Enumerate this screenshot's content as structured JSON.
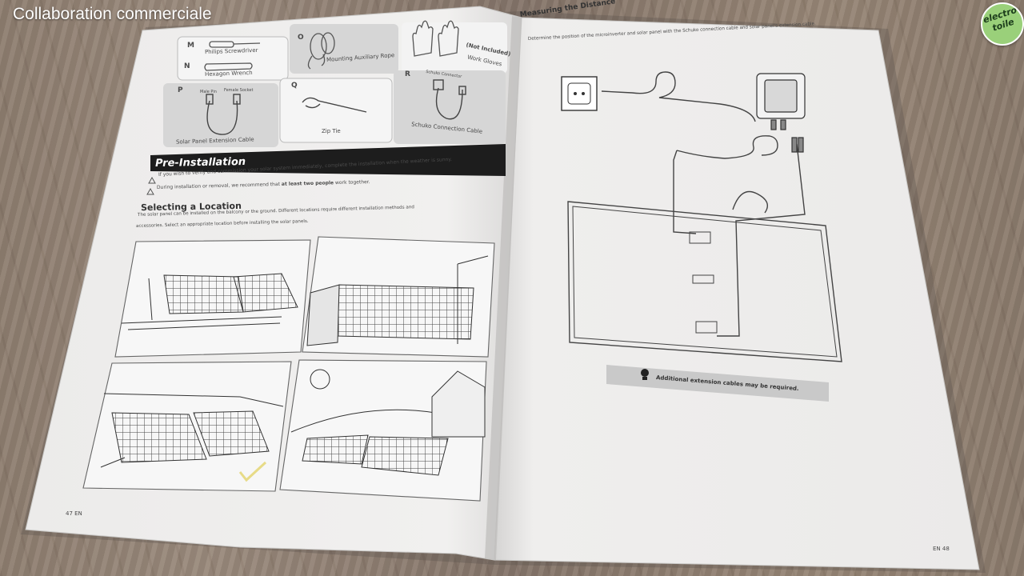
{
  "overlay": {
    "caption": "Collaboration commerciale",
    "logo_text_line1": "electro",
    "logo_text_line2": "toile"
  },
  "left_page": {
    "tools": [
      {
        "letter": "M",
        "label": "Philips Screwdriver"
      },
      {
        "letter": "N",
        "label": "Hexagon Wrench"
      },
      {
        "letter": "O",
        "label": "Mounting Auxiliary Rope"
      },
      {
        "letter": "",
        "label": "Work Gloves",
        "note": "(Not Included)"
      },
      {
        "letter": "P",
        "label": "Solar Panel Extension Cable",
        "sub1": "Male Pin",
        "sub2": "Female Socket"
      },
      {
        "letter": "Q",
        "label": "Zip Tie"
      },
      {
        "letter": "R",
        "label": "Schuko Connection Cable",
        "sub1": "Schuko Connector"
      }
    ],
    "section_title": "Pre-Installation",
    "warnings": [
      "If you wish to verify and commission your solar system immediately, complete the installation when the weather is sunny.",
      {
        "before": "During installation or removal, we recommend that ",
        "bold": "at least two people",
        "after": " work together."
      }
    ],
    "subsection_title": "Selecting a Location",
    "subsection_text_line1": "The solar panel can be installed on the balcony or the ground. Different locations require different installation methods and",
    "subsection_text_line2": "accessories. Select an appropriate location before installing the solar panels.",
    "page_number": "47 EN"
  },
  "right_page": {
    "title": "Measuring the Distance",
    "instruction": "Determine the position of the microinverter and solar panel with the Schuko connection cable and solar panel's extension cable.",
    "tip": "Additional extension cables may be required.",
    "page_number": "EN 48"
  },
  "colors": {
    "section_bar": "#1d1d1d",
    "tool_card": "#d6d6d6",
    "logo": "#9ad07a",
    "tip_box": "#c9c9c9"
  }
}
